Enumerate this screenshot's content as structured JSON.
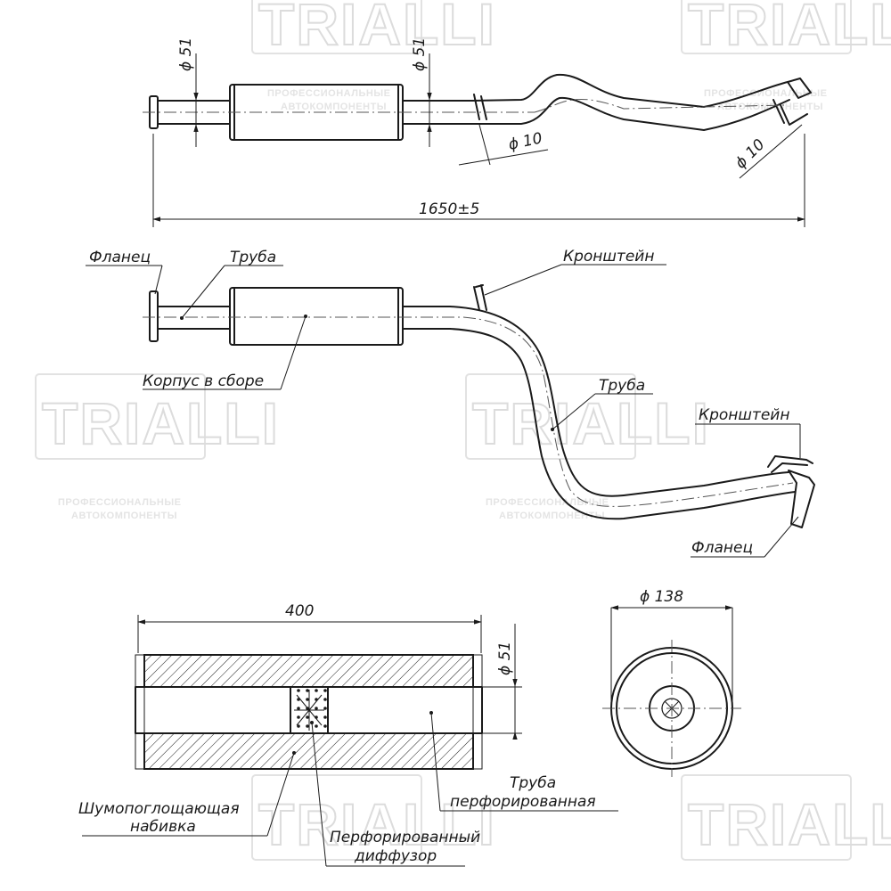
{
  "watermark": {
    "brand": "TRIALLI",
    "line1": "ПРОФЕССИОНАЛЬНЫЕ",
    "line2": "АВТОКОМПОНЕНТЫ"
  },
  "dimensions": {
    "inlet_diameter": "ϕ 51",
    "outlet_diameter": "ϕ 51",
    "bracket1_diameter": "ϕ 10",
    "bracket2_diameter": "ϕ 10",
    "overall_length": "1650±5",
    "body_length": "400",
    "pipe_diameter": "ϕ 51",
    "body_diameter": "ϕ 138"
  },
  "labels": {
    "flange_inlet": "Фланец",
    "pipe_inlet": "Труба",
    "bracket_front": "Кронштейн",
    "body_assembly": "Корпус в сборе",
    "pipe_rear": "Труба",
    "bracket_rear": "Кронштейн",
    "flange_outlet": "Фланец",
    "packing_line1": "Шумопоглощающая",
    "packing_line2": "набивка",
    "perforated_pipe_line1": "Труба",
    "perforated_pipe_line2": "перфорированная",
    "diffuser_line1": "Перфорированный",
    "diffuser_line2": "диффузор"
  }
}
